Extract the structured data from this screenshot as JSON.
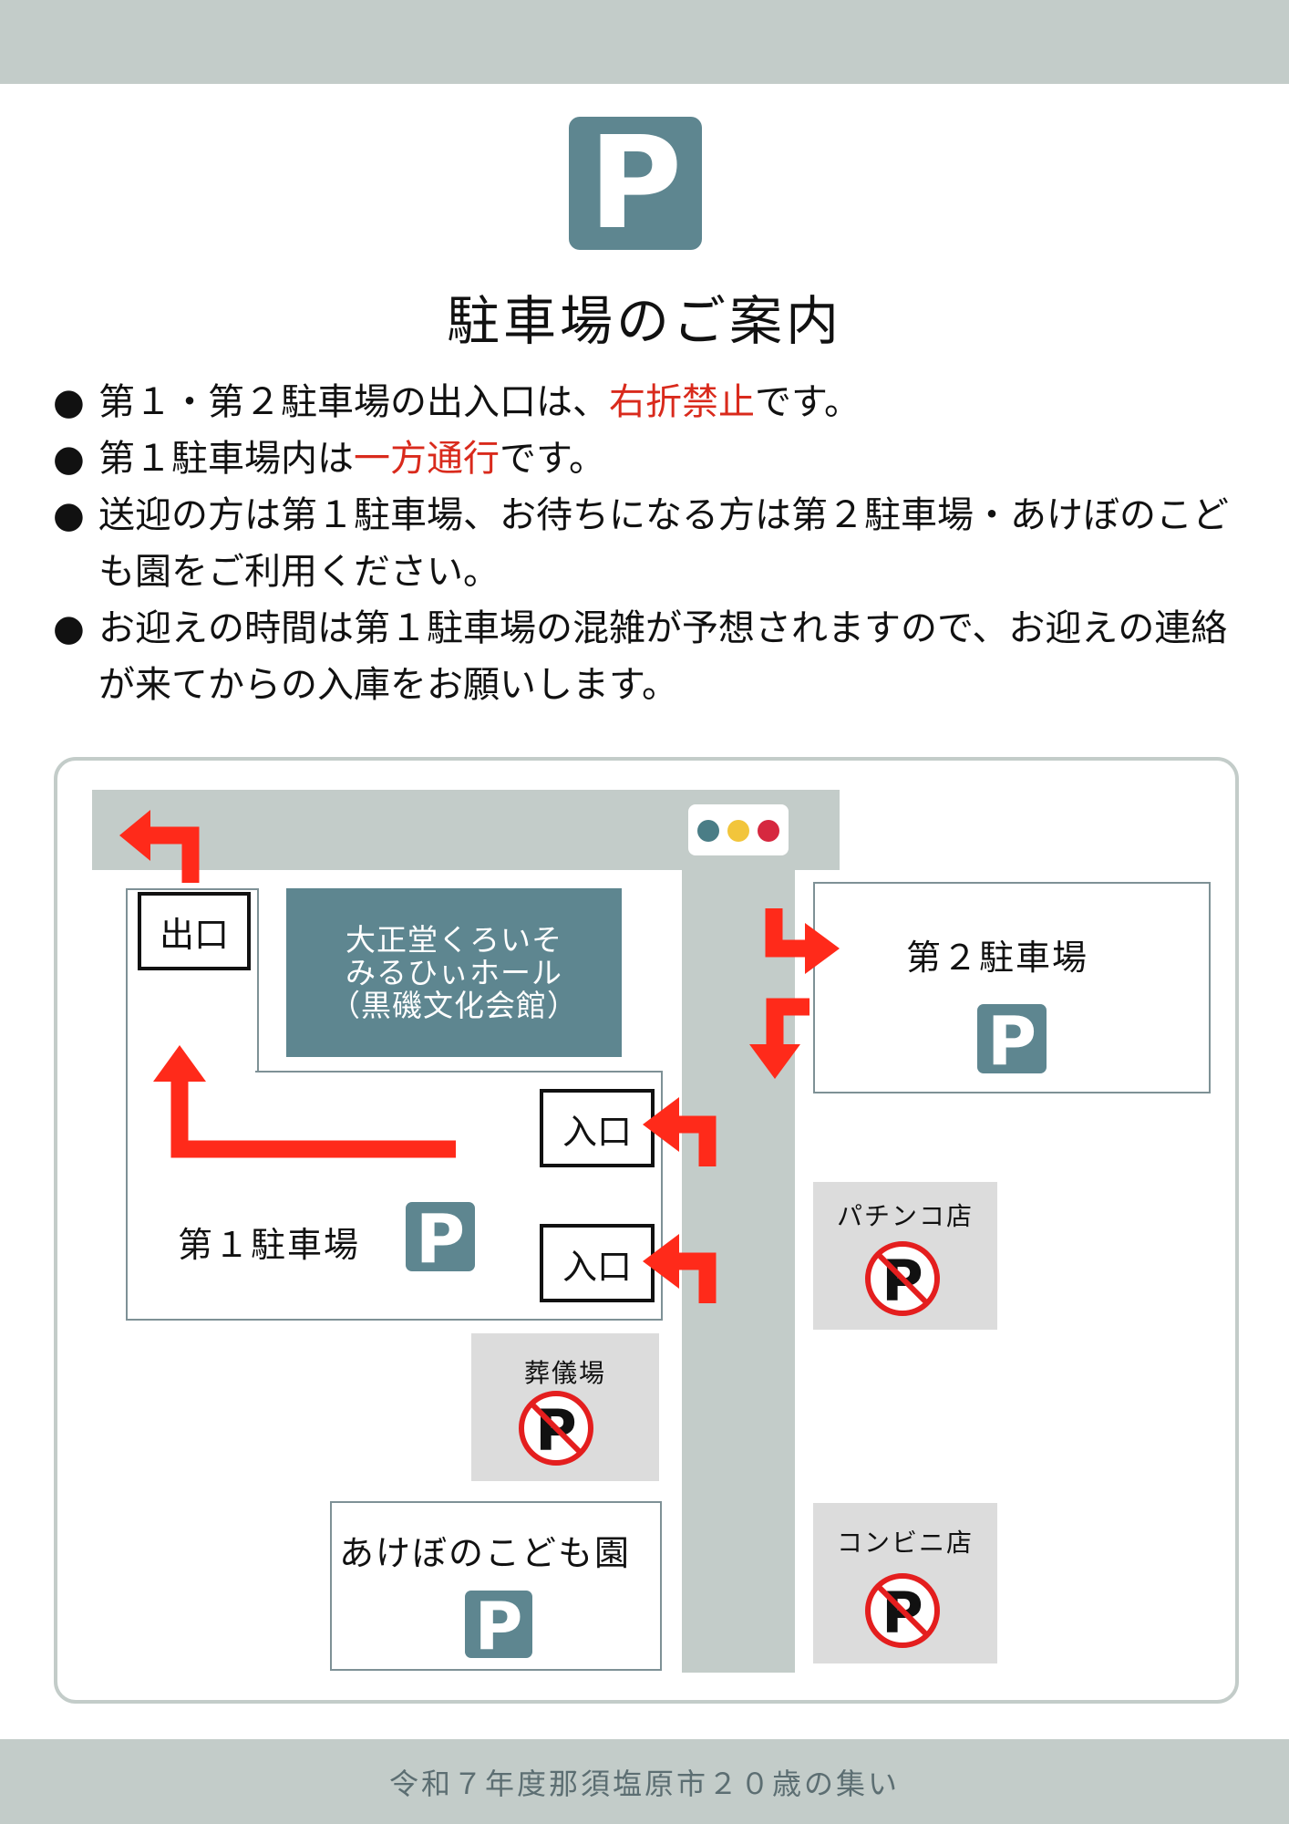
{
  "header": {
    "title": "駐車場のご案内",
    "logo_letter": "P"
  },
  "notes": [
    {
      "bullet": "●",
      "parts": [
        "第１・第２駐車場の出入口は、",
        "右折禁止",
        "です。"
      ]
    },
    {
      "bullet": "●",
      "parts": [
        "第１駐車場内は",
        "一方通行",
        "です。"
      ]
    },
    {
      "bullet": "●",
      "parts": [
        "送迎の方は第１駐車場、お待ちになる方は第２駐車場・あけぼのこども園をご利用ください。",
        "",
        ""
      ]
    },
    {
      "bullet": "●",
      "parts": [
        "お迎えの時間は第１駐車場の混雑が予想されますので、お迎えの連絡が来てからの入庫をお願いします。",
        "",
        ""
      ]
    }
  ],
  "map": {
    "hall_lines": [
      "大正堂くろいそ",
      "みるひぃホール",
      "（黒磯文化会館）"
    ],
    "exit_label": "出口",
    "entrance_1_label": "入口",
    "entrance_2_label": "入口",
    "lot1_label": "第１駐車場",
    "lot2_label": "第２駐車場",
    "kindergarten_label": "あけぼのこども園",
    "no_parking_places": {
      "pachinko": "パチンコ店",
      "funeral": "葬儀場",
      "convenience": "コンビニ店"
    },
    "parking_letter": "P"
  },
  "footer": {
    "text": "令和７年度那須塩原市２０歳の集い"
  },
  "colors": {
    "band": "#c3ccc9",
    "parking_sign": "#5e8690",
    "accent_red": "#d92a1c",
    "arrow_red": "#ff2a1a",
    "no_parking_red": "#e41e1e",
    "signal_teal": "#4a7d86",
    "signal_yellow": "#f2c53b",
    "signal_red": "#d6283f"
  }
}
